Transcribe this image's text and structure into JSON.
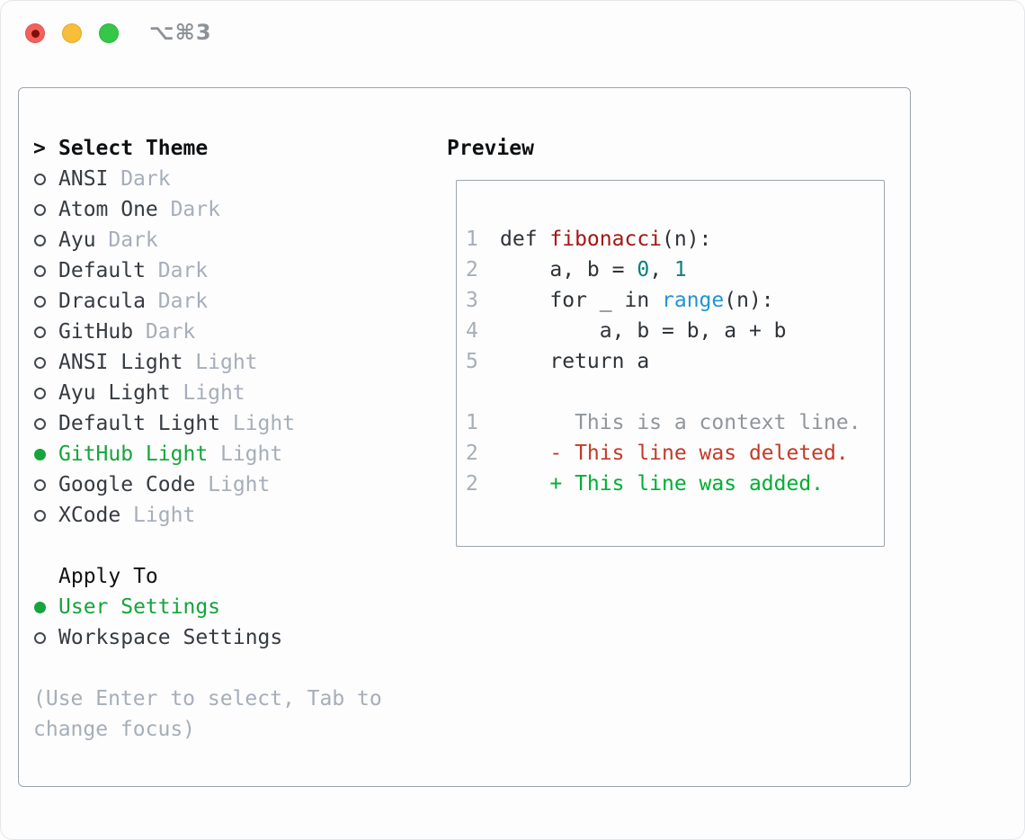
{
  "titlebar": {
    "shortcut": "⌥⌘3"
  },
  "colors": {
    "text": "#363b41",
    "heading": "#0e1012",
    "muted": "#a6aeb9",
    "green": "#16a43c",
    "added": "#00ae33",
    "deleted": "#c23a28",
    "func": "#a31712",
    "number": "#0c7e80",
    "builtin": "#2095d2",
    "context": "#8f969c",
    "border": "#9ba4ae",
    "code": "#2e3338",
    "traffic_red": "#f4605a",
    "traffic_red_dot": "#7b100d",
    "traffic_yellow": "#f8bd39",
    "traffic_green": "#34c748"
  },
  "theme_panel": {
    "header_prefix": ">",
    "header_label": "Select Theme",
    "themes": [
      {
        "name": "ANSI",
        "tag": "Dark",
        "selected": false
      },
      {
        "name": "Atom One",
        "tag": "Dark",
        "selected": false
      },
      {
        "name": "Ayu",
        "tag": "Dark",
        "selected": false
      },
      {
        "name": "Default",
        "tag": "Dark",
        "selected": false
      },
      {
        "name": "Dracula",
        "tag": "Dark",
        "selected": false
      },
      {
        "name": "GitHub",
        "tag": "Dark",
        "selected": false
      },
      {
        "name": "ANSI Light",
        "tag": "Light",
        "selected": false
      },
      {
        "name": "Ayu Light",
        "tag": "Light",
        "selected": false
      },
      {
        "name": "Default Light",
        "tag": "Light",
        "selected": false
      },
      {
        "name": "GitHub Light",
        "tag": "Light",
        "selected": true
      },
      {
        "name": "Google Code",
        "tag": "Light",
        "selected": false
      },
      {
        "name": "XCode",
        "tag": "Light",
        "selected": false
      }
    ],
    "apply_to": {
      "label": "Apply To",
      "options": [
        {
          "name": "User Settings",
          "selected": true
        },
        {
          "name": "Workspace Settings",
          "selected": false
        }
      ]
    },
    "hint": [
      "(Use Enter to select, Tab to",
      "change focus)"
    ]
  },
  "preview": {
    "label": "Preview",
    "code_lines": [
      {
        "num": "1",
        "tokens": [
          {
            "t": "def ",
            "c": "plain"
          },
          {
            "t": "fibonacci",
            "c": "func"
          },
          {
            "t": "(n):",
            "c": "plain"
          }
        ]
      },
      {
        "num": "2",
        "tokens": [
          {
            "t": "    a, b = ",
            "c": "plain"
          },
          {
            "t": "0",
            "c": "number"
          },
          {
            "t": ", ",
            "c": "plain"
          },
          {
            "t": "1",
            "c": "number"
          }
        ]
      },
      {
        "num": "3",
        "tokens": [
          {
            "t": "    for _ in ",
            "c": "plain"
          },
          {
            "t": "range",
            "c": "builtin"
          },
          {
            "t": "(n):",
            "c": "plain"
          }
        ]
      },
      {
        "num": "4",
        "tokens": [
          {
            "t": "        a, b = b, a + b",
            "c": "plain"
          }
        ]
      },
      {
        "num": "5",
        "tokens": [
          {
            "t": "    return a",
            "c": "plain"
          }
        ]
      }
    ],
    "diff_lines": [
      {
        "num": "1",
        "tokens": [
          {
            "t": "      This is a context line.",
            "c": "context"
          }
        ]
      },
      {
        "num": "2",
        "tokens": [
          {
            "t": "    - This line was deleted.",
            "c": "deleted"
          }
        ]
      },
      {
        "num": "2",
        "tokens": [
          {
            "t": "    + This line was added.",
            "c": "added"
          }
        ]
      }
    ]
  }
}
